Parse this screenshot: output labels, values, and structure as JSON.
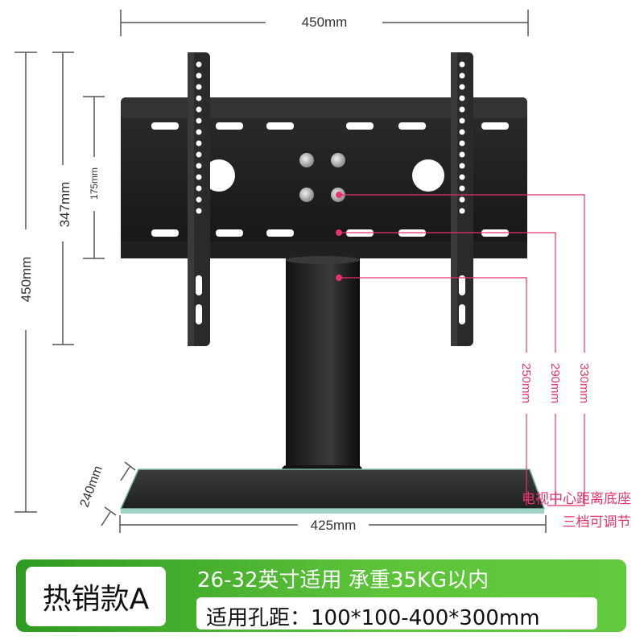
{
  "dimensions": {
    "top_width": "450mm",
    "total_height": "450mm",
    "bracket_height": "347mm",
    "plate_height": "175mm",
    "base_depth": "240mm",
    "base_width": "425mm"
  },
  "heights": {
    "level_1": "250mm",
    "level_2": "290mm",
    "level_3": "330mm",
    "caption_line1": "电视中心距离底座",
    "caption_line2": "三档可调节"
  },
  "banner": {
    "badge": "热销款A",
    "line1": "26-32英寸适用   承重35KG以内",
    "line2": "适用孔距：100*100-400*300mm"
  },
  "colors": {
    "accent_pink": "#e8336b",
    "banner_green": "#4fb52e",
    "stand_black": "#1d1d1f"
  }
}
